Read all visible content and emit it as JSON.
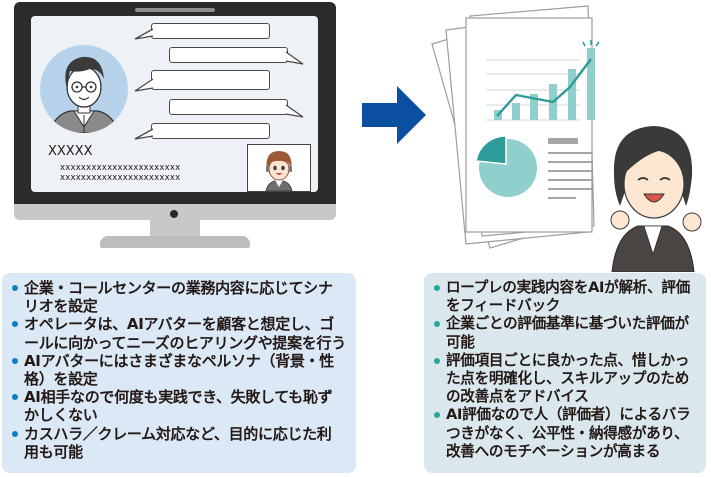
{
  "colors": {
    "arrow": "#0a4fa0",
    "left_box_bg": "#dbe8f6",
    "right_box_bg": "#dae8ee",
    "left_bullet": "#0a7fc7",
    "right_bullet": "#2aa4a0",
    "chart_teal": "#8fcfcc",
    "chart_dark_teal": "#2e9c98"
  },
  "monitor": {
    "screen_name": "XXXXX",
    "screen_lines": [
      "xxxxxxxxxxxxxxxxxxxxxxx",
      "xxxxxxxxxxxxxxxxxxxxxxx"
    ],
    "avatar_icon": "male-customer-avatar-icon",
    "pip_icon": "operator-headset-icon",
    "chat_bubble_count": 5
  },
  "arrow_icon": "right-arrow-icon",
  "report_icon": "report-document-icon",
  "character_icon": "happy-businesswoman-icon",
  "left_box": {
    "items": [
      "企業・コールセンターの業務内容に応じてシナリオを設定",
      "オペレータは、AIアバターを顧客と想定し、ゴールに向かってニーズのヒアリングや提案を行う",
      "AIアバターにはさまざまなペルソナ（背景・性格）を設定",
      "AI相手なので何度も実践でき、失敗しても恥ずかしくない",
      "カスハラ／クレーム対応など、目的に応じた利用も可能"
    ]
  },
  "right_box": {
    "items": [
      "ロープレの実践内容をAIが解析、評価をフィードバック",
      "企業ごとの評価基準に基づいた評価が可能",
      "評価項目ごとに良かった点、惜しかった点を明確化し、スキルアップのための改善点をアドバイス",
      "AI評価なので人（評価者）によるバラつきがなく、公平性・納得感があり、改善へのモチベーションが高まる"
    ]
  }
}
